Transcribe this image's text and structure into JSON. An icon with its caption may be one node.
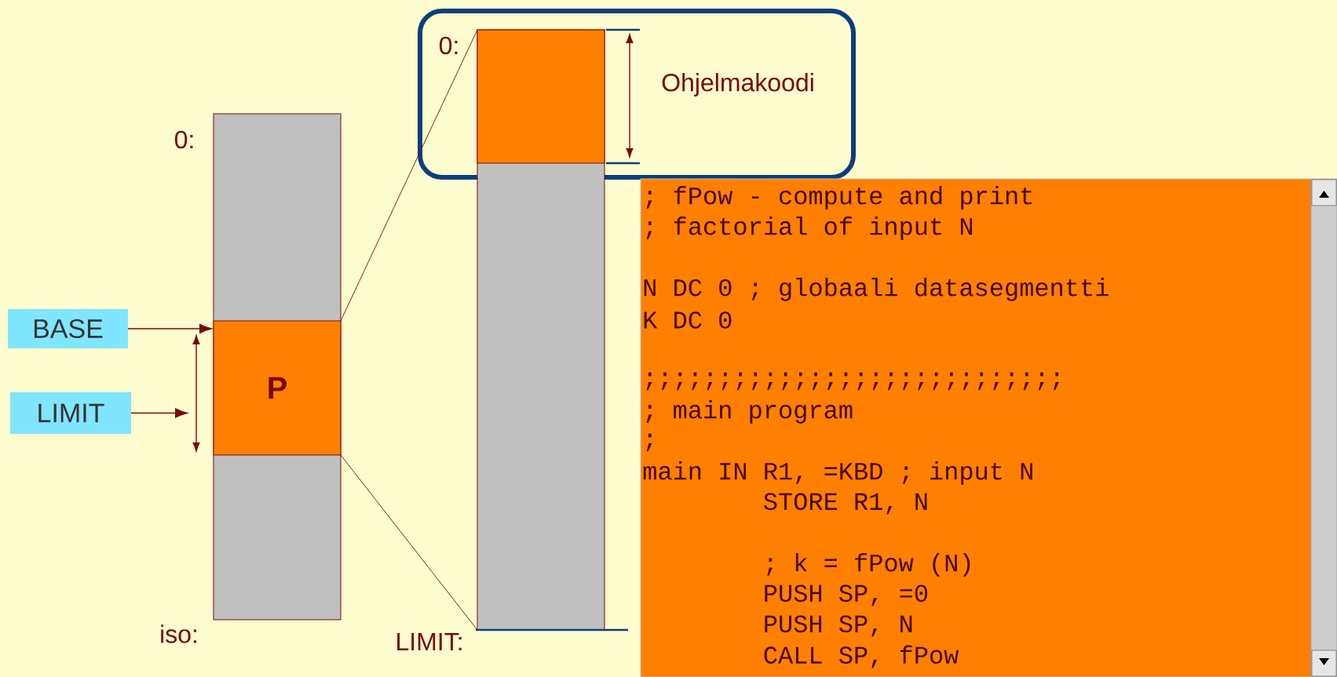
{
  "diagram": {
    "nodes": [
      {
        "text": [
          "BASE"
        ]
      },
      {
        "text": [
          "LIMIT"
        ]
      },
      {
        "text": [],
        "shape": "bar"
      },
      {
        "text": [
          "P"
        ],
        "in": 2
      },
      {
        "text": [],
        "shape": "bar"
      },
      {
        "text": [],
        "shape": "box",
        "in": 4
      },
      {
        "text": [
          "; fPow - compute and print",
          "; factorial of input N",
          "N DC 0 ; globaali datasegmentti",
          "K DC 0",
          ";;;;;;;;;;;;;;;;;;;;;;;;;;;;",
          "; main program",
          ";",
          "main IN R1, =KBD ; input N",
          "STORE R1, N",
          "; k = fPow (N)",
          "PUSH SP, =0",
          "PUSH SP, N",
          "CALL SP, fPow"
        ]
      }
    ],
    "edges": [
      {
        "from": 0,
        "to": 3,
        "arrow": "to"
      },
      {
        "from": 1,
        "to": null,
        "arrow": "to"
      },
      {
        "from": 3,
        "to": 4,
        "arrow": "none"
      },
      {
        "from": 3,
        "to": 4,
        "arrow": "none"
      }
    ],
    "labels": [
      "0:",
      "Ohjelmakoodi",
      "0:",
      "iso:",
      "LIMIT:"
    ]
  }
}
